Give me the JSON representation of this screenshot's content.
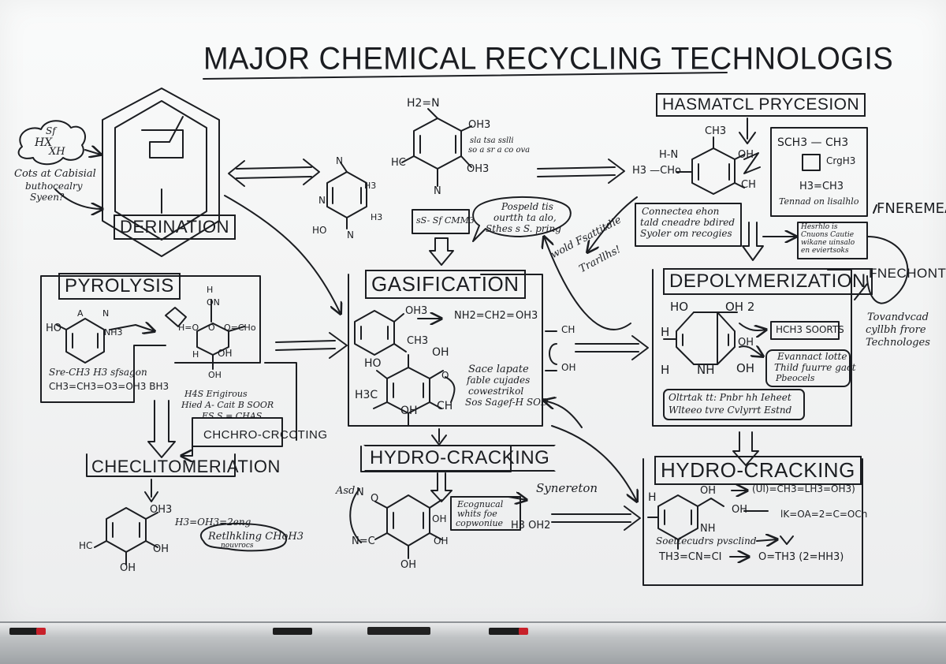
{
  "title": "MAJOR CHEMICAL RECYCLING TECHNOLOGIS",
  "sections": {
    "derination": "DERINATION",
    "pyrolysis": "PYROLYSIS",
    "gasification": "GASIFICATION",
    "depolymerization": "DEPOLYMERIZATION",
    "hydro_cracking_center": "HYDRO-CRACKING",
    "hydro_cracking_right": "HYDRO-CRACKING",
    "checlitomeration": "CHECLITOMERIATION",
    "hasmatcl": "HASMATCL PRYCESION",
    "chochro": "CHCHRO-CRCCTING",
    "fneremea": "FNEREMEA",
    "fnechont": "FNECHONT"
  },
  "notes": {
    "cloud": [
      "Sf",
      "HX",
      "XH"
    ],
    "cots": [
      "Cots at Cabisial",
      "buthocealry",
      "Syeen?"
    ],
    "top_mol": [
      "H2=N",
      "OH3",
      "HC",
      "OH3",
      "N",
      "sla tsa sslli",
      "so a sr a co ova"
    ],
    "pyridine": [
      "N",
      "H3",
      "HO",
      "H3",
      "N",
      "N"
    ],
    "small_box": "sS-  Sf  CMM3",
    "speech": [
      "Pospeld tis",
      "ourtth ta alo,",
      "Sthes s S. pring"
    ],
    "slant": [
      "wold  Fsattitdie",
      "Trarllhs!"
    ],
    "hasm_mol": [
      "H-N",
      "CH3",
      "OH",
      "H3 —CHo",
      "CH",
      "SCH3 — CH3",
      "CrgH3",
      "H3=CH3",
      "Tennad on lisalhlo"
    ],
    "connecta": [
      "Connectea ehon",
      "tald cneadre bdired",
      "Syoler om recogies"
    ],
    "hesth": [
      "Hesrhlo is",
      "Cnuons Cautie",
      "wikane uinsalo",
      "en eviertsoks"
    ],
    "fnechont_note": [
      "Tovandvcad",
      "cyllbh frore",
      "Technologes"
    ],
    "pyro_mol": [
      "H",
      "ON",
      "A",
      "N",
      "HO",
      "NH3",
      "H=O",
      "O",
      "OH",
      "O=CHo",
      "H",
      "OH"
    ],
    "pyro_eq": [
      "Sre-CH3 H3 sfsagon",
      "CH3=CH3=O3=OH3 BH3"
    ],
    "pyro_notes": [
      "H4S Erigirous",
      "Hied A- Cait B SOOR",
      "ES S  = CHAS"
    ],
    "chec_mol": [
      "OH3",
      "HC",
      "OH",
      "OH",
      "H3=OH3=2eng",
      "Retlhkling CHoH3",
      "nouvrocs"
    ],
    "gas_mol": [
      "OH3",
      "NH2=CH2",
      "=",
      "OH3",
      "CH3",
      "HO",
      "OH",
      "H3C",
      "OH",
      "CH",
      "O"
    ],
    "gas_notes": [
      "Sace lapate",
      "fable cujades",
      "cowestrikol",
      "Sos Sagef-H SOD"
    ],
    "gas_side": [
      "CH",
      "OH"
    ],
    "hc_mol": [
      "Asd",
      "N",
      "O",
      "N=C",
      "OH",
      "OH",
      "OH"
    ],
    "hc_notes": [
      "Ecognucal",
      "whits foe",
      "copwoniue"
    ],
    "hc_side": [
      "Synereton",
      "H3 OH2"
    ],
    "depo_mol": [
      "HO",
      "OH 2",
      "H",
      "OH",
      "H",
      "NH",
      "OH"
    ],
    "depo_notes": [
      "HCH3 SOORTS",
      "Evannact lotte",
      "Thild fuurre gact",
      "Pbeocels",
      "Oltrtak tt: Pnbr hh Ieheet",
      "Wlteeo tvre Cvlyrrt Estnd"
    ],
    "hc_right": [
      "H",
      "OH",
      "OH",
      "NH",
      "(Ul)=CH3=LH3=OH3)",
      "lK=OA=2=C=OCh",
      "Soettecudrs pvsclind",
      "TH3=CN=CI",
      "O=TH3 (2=HH3)"
    ]
  },
  "colors": {
    "ink": "#1b1d21",
    "board": "#f3f4f4",
    "marker_red": "#c8202a"
  }
}
